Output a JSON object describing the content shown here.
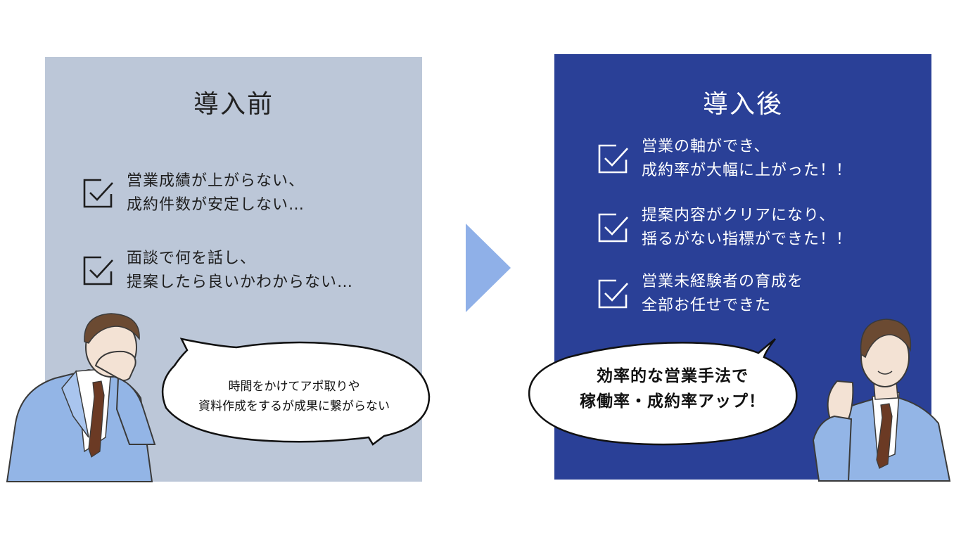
{
  "before": {
    "title": "導入前",
    "items": [
      {
        "line1": "営業成績が上がらない、",
        "line2": "成約件数が安定しない…"
      },
      {
        "line1": "面談で何を話し、",
        "line2": "提案したら良いかわからない…"
      }
    ],
    "speech": {
      "line1": "時間をかけてアポ取りや",
      "line2": "資料作成をするが成果に繋がらない"
    }
  },
  "after": {
    "title": "導入後",
    "items": [
      {
        "line1": "営業の軸ができ、",
        "line2": "成約率が大幅に上がった！！"
      },
      {
        "line1": "提案内容がクリアになり、",
        "line2": "揺るがない指標ができた！！"
      },
      {
        "line1": "営業未経験者の育成を",
        "line2": "全部お任せできた"
      }
    ],
    "speech": {
      "line1": "効率的な営業手法で",
      "line2": "稼働率・成約率アップ！"
    }
  },
  "icons": {
    "check": "checkbox-check-icon",
    "arrow": "right-triangle-arrow-icon",
    "bubble": "speech-bubble",
    "person_before": "troubled-businessman-illustration",
    "person_after": "confident-businessman-illustration"
  },
  "colors": {
    "before_panel": "#bcc7d8",
    "after_panel": "#2a4097",
    "arrow": "#8fb0e8",
    "suit": "#93b5e6",
    "tie": "#6b3a24"
  }
}
